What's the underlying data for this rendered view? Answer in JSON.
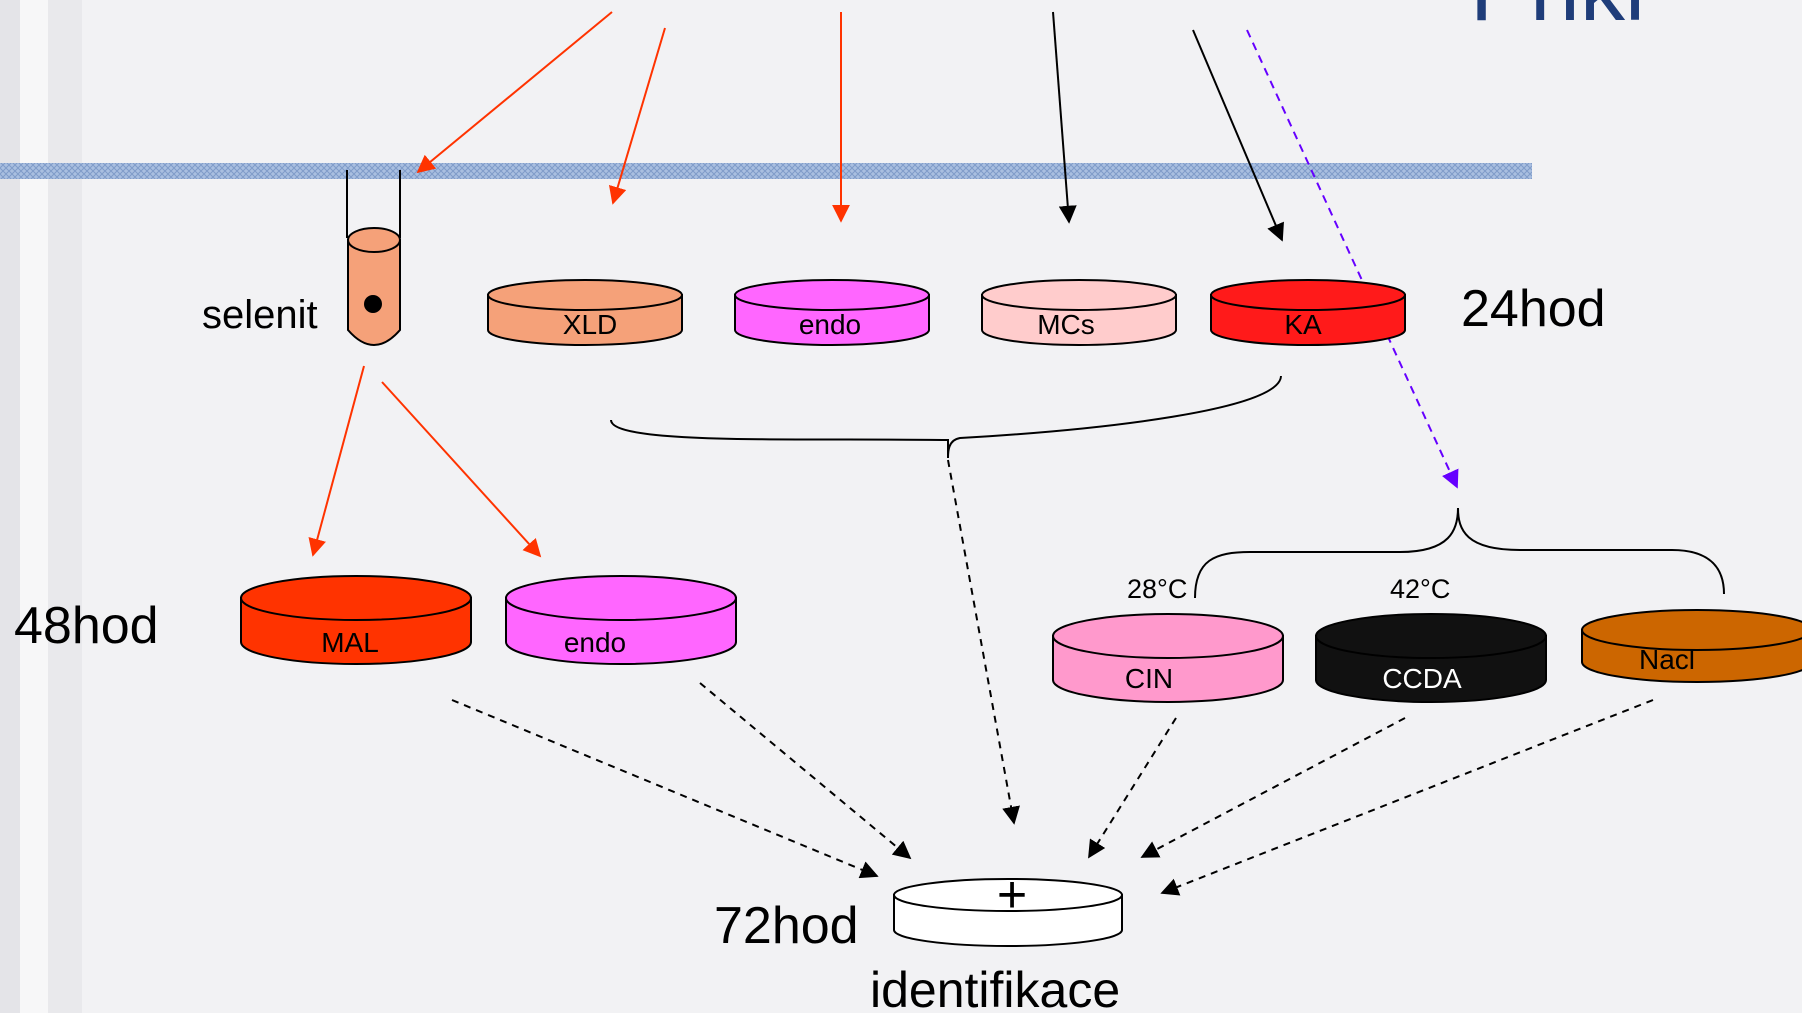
{
  "title_fragment": "Přikl",
  "times": {
    "t24": "24hod",
    "t48": "48hod",
    "t72": "72hod"
  },
  "tube": {
    "label": "selenit",
    "color": "#f5a179"
  },
  "plates_24h": [
    {
      "id": "xld",
      "label": "XLD",
      "color": "#f5a179"
    },
    {
      "id": "endo1",
      "label": "endo",
      "color": "#ff66ff"
    },
    {
      "id": "mcs",
      "label": "MCs",
      "color": "#ffcccc"
    },
    {
      "id": "ka",
      "label": "KA",
      "color": "#ff1a1a"
    }
  ],
  "plates_48h": [
    {
      "id": "mal",
      "label": "MAL",
      "color": "#ff3300"
    },
    {
      "id": "endo2",
      "label": "endo",
      "color": "#ff66ff"
    }
  ],
  "yersinia_plates": [
    {
      "id": "cin",
      "label": "CIN",
      "temp": "28°C",
      "color": "#ff99cc"
    },
    {
      "id": "ccda",
      "label": "CCDA",
      "temp": "42°C",
      "color": "#111111"
    },
    {
      "id": "nacl",
      "label": "Nacl",
      "temp": "",
      "color": "#cc6600"
    }
  ],
  "final": {
    "label": "identifikace",
    "symbol": "+",
    "color": "#ffffff"
  },
  "colors": {
    "arrow_red": "#ff3300",
    "arrow_purple": "#6600ff",
    "bar": "#9db4d9",
    "title": "#1f3d7a"
  }
}
